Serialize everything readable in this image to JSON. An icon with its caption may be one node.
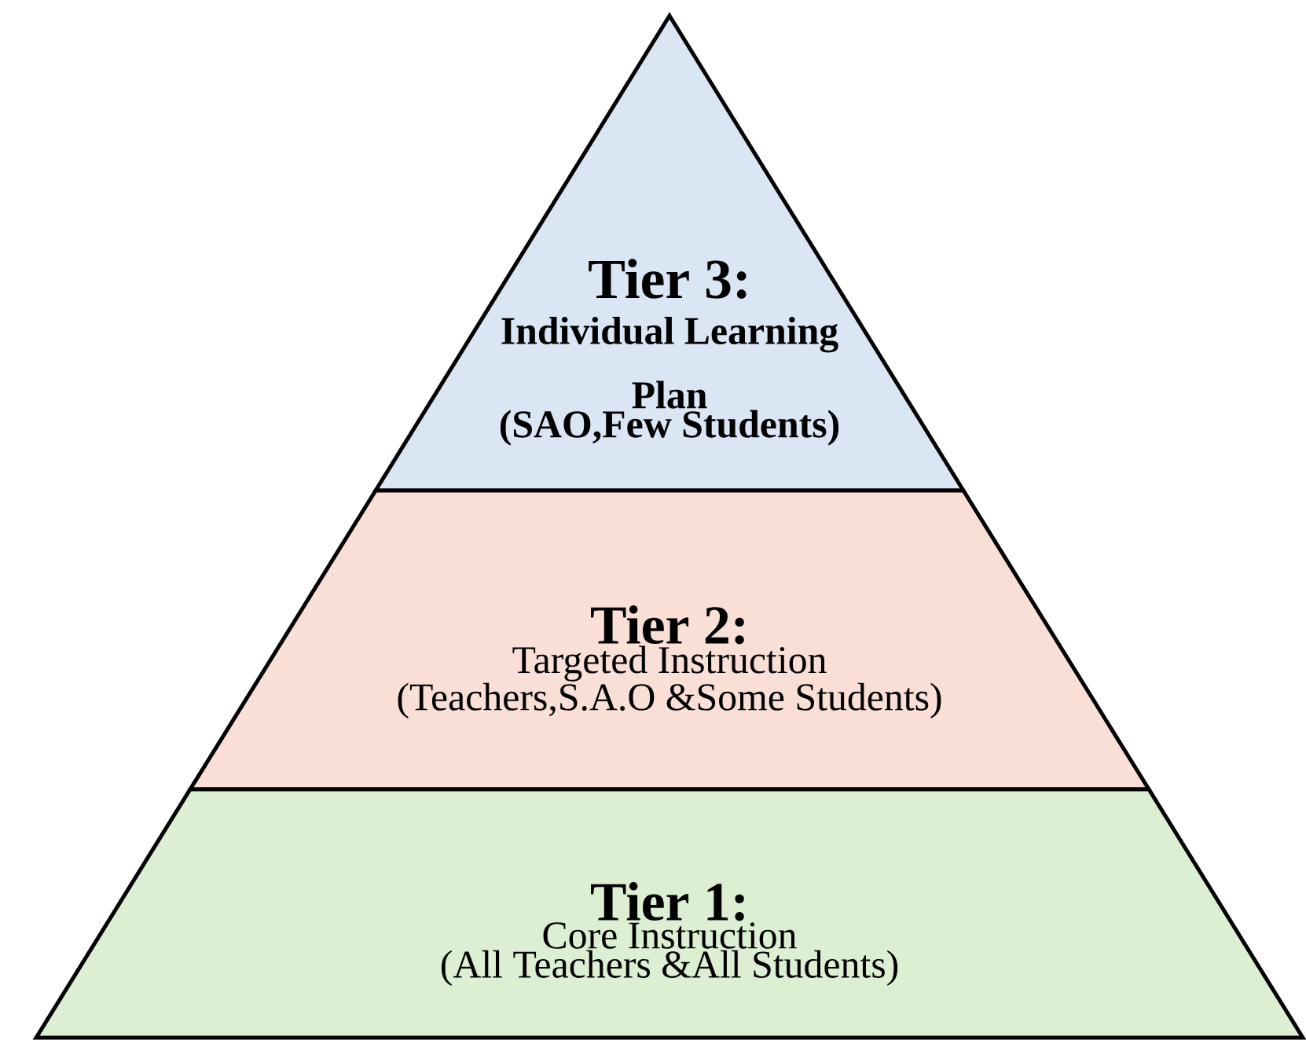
{
  "diagram": {
    "nodes": [
      {
        "text": [
          "Tier 3:",
          "Individual Learning Plan",
          "(SAO,Few Students)"
        ]
      },
      {
        "text": [
          "Tier 2:",
          "Targeted Instruction",
          "(Teachers,S.A.O &Some Students)"
        ]
      },
      {
        "text": [
          "Tier 1:",
          "Core Instruction",
          "(All Teachers &All Students)"
        ]
      }
    ]
  }
}
